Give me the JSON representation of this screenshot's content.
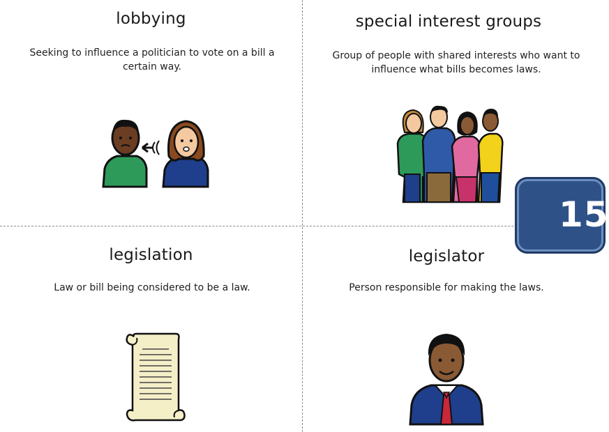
{
  "cards": {
    "lobbying": {
      "term": "lobbying",
      "definition": "Seeking to influence a politician to vote on a bill a certain way.",
      "icon": "two-people-talking-icon"
    },
    "special_interest_groups": {
      "term": "special interest groups",
      "definition": "Group of people with shared interests who want to influence what bills becomes laws.",
      "icon": "group-of-people-icon"
    },
    "legislation": {
      "term": "legislation",
      "definition": "Law or bill being considered to be a law.",
      "icon": "scroll-document-icon"
    },
    "legislator": {
      "term": "legislator",
      "definition": "Person responsible for making the laws.",
      "icon": "man-in-suit-icon"
    }
  },
  "page_badge": {
    "number": "15"
  },
  "colors": {
    "badge_fill": "#2e5288",
    "divider": "#8a8a8a"
  }
}
